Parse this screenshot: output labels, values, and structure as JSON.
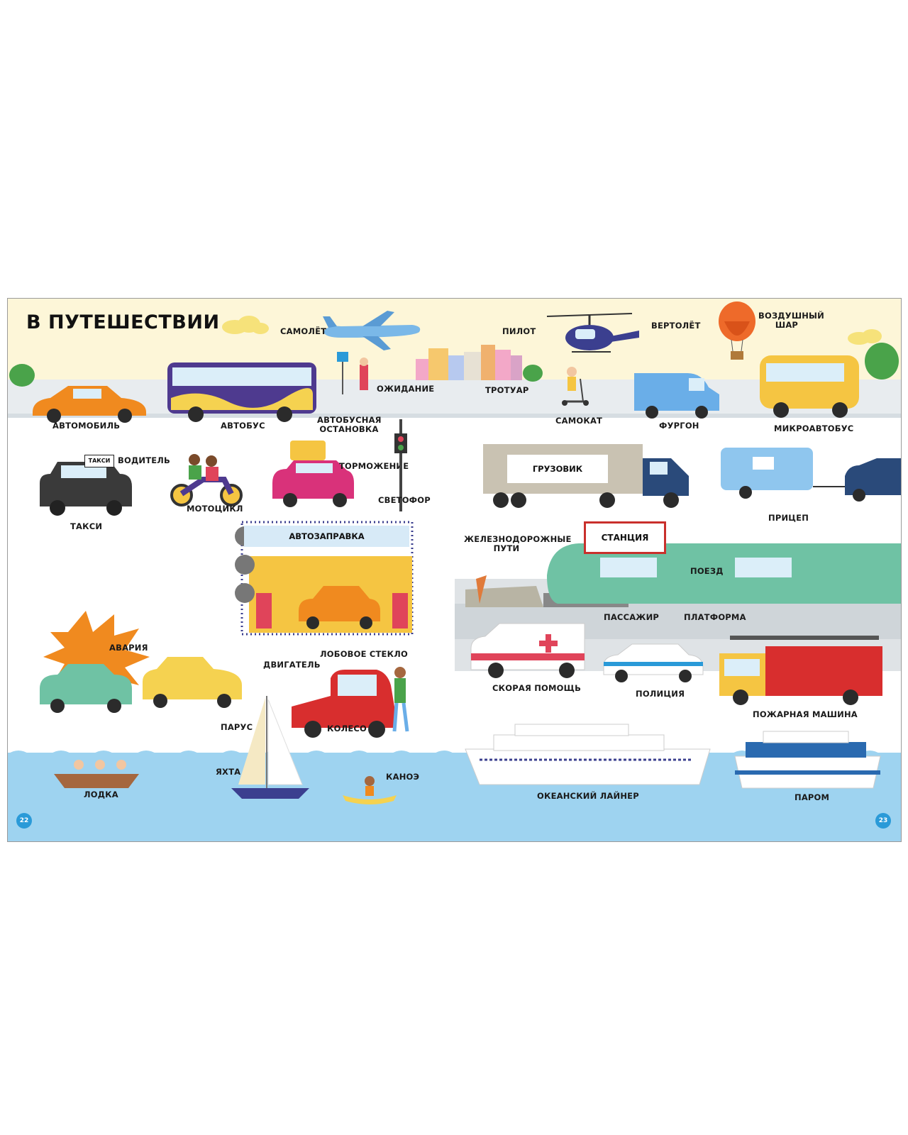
{
  "title": "В ПУТЕШЕСТВИИ",
  "pages": {
    "left": "22",
    "right": "23"
  },
  "labels": {
    "plane": "САМОЛЁТ",
    "pilot": "ПИЛОТ",
    "helicopter": "ВЕРТОЛЁТ",
    "balloon": "ВОЗДУШНЫЙ ШАР",
    "waiting": "ОЖИДАНИЕ",
    "sidewalk": "ТРОТУАР",
    "car": "АВТОМОБИЛЬ",
    "bus": "АВТОБУС",
    "bus_stop": "АВТОБУСНАЯ ОСТАНОВКА",
    "scooter": "САМОКАТ",
    "van": "ФУРГОН",
    "minibus": "МИКРОАВТОБУС",
    "driver": "ВОДИТЕЛЬ",
    "taxi_sign": "ТАКСИ",
    "taxi": "ТАКСИ",
    "motorcycle": "МОТОЦИКЛ",
    "braking": "ТОРМОЖЕНИЕ",
    "traffic_light": "СВЕТОФОР",
    "truck": "ГРУЗОВИК",
    "trailer": "ПРИЦЕП",
    "gas_station": "АВТОЗАПРАВКА",
    "railway": "ЖЕЛЕЗНОДОРОЖНЫЕ ПУТИ",
    "station": "СТАНЦИЯ",
    "train": "ПОЕЗД",
    "passenger": "ПАССАЖИР",
    "platform": "ПЛАТФОРМА",
    "accident": "АВАРИЯ",
    "engine": "ДВИГАТЕЛЬ",
    "windshield": "ЛОБОВОЕ СТЕКЛО",
    "wheel": "КОЛЕСО",
    "ambulance": "СКОРАЯ ПОМОЩЬ",
    "police": "ПОЛИЦИЯ",
    "fire_truck": "ПОЖАРНАЯ МАШИНА",
    "sail": "ПАРУС",
    "yacht": "ЯХТА",
    "boat": "ЛОДКА",
    "canoe": "КАНОЭ",
    "ocean_liner": "ОКЕАНСКИЙ ЛАЙНЕР",
    "ferry": "ПАРОМ"
  },
  "colors": {
    "sky": "#fdf6d8",
    "water": "#9ed3f0",
    "page_number_badge": "#2a9ad8",
    "station_border": "#c9302c"
  }
}
